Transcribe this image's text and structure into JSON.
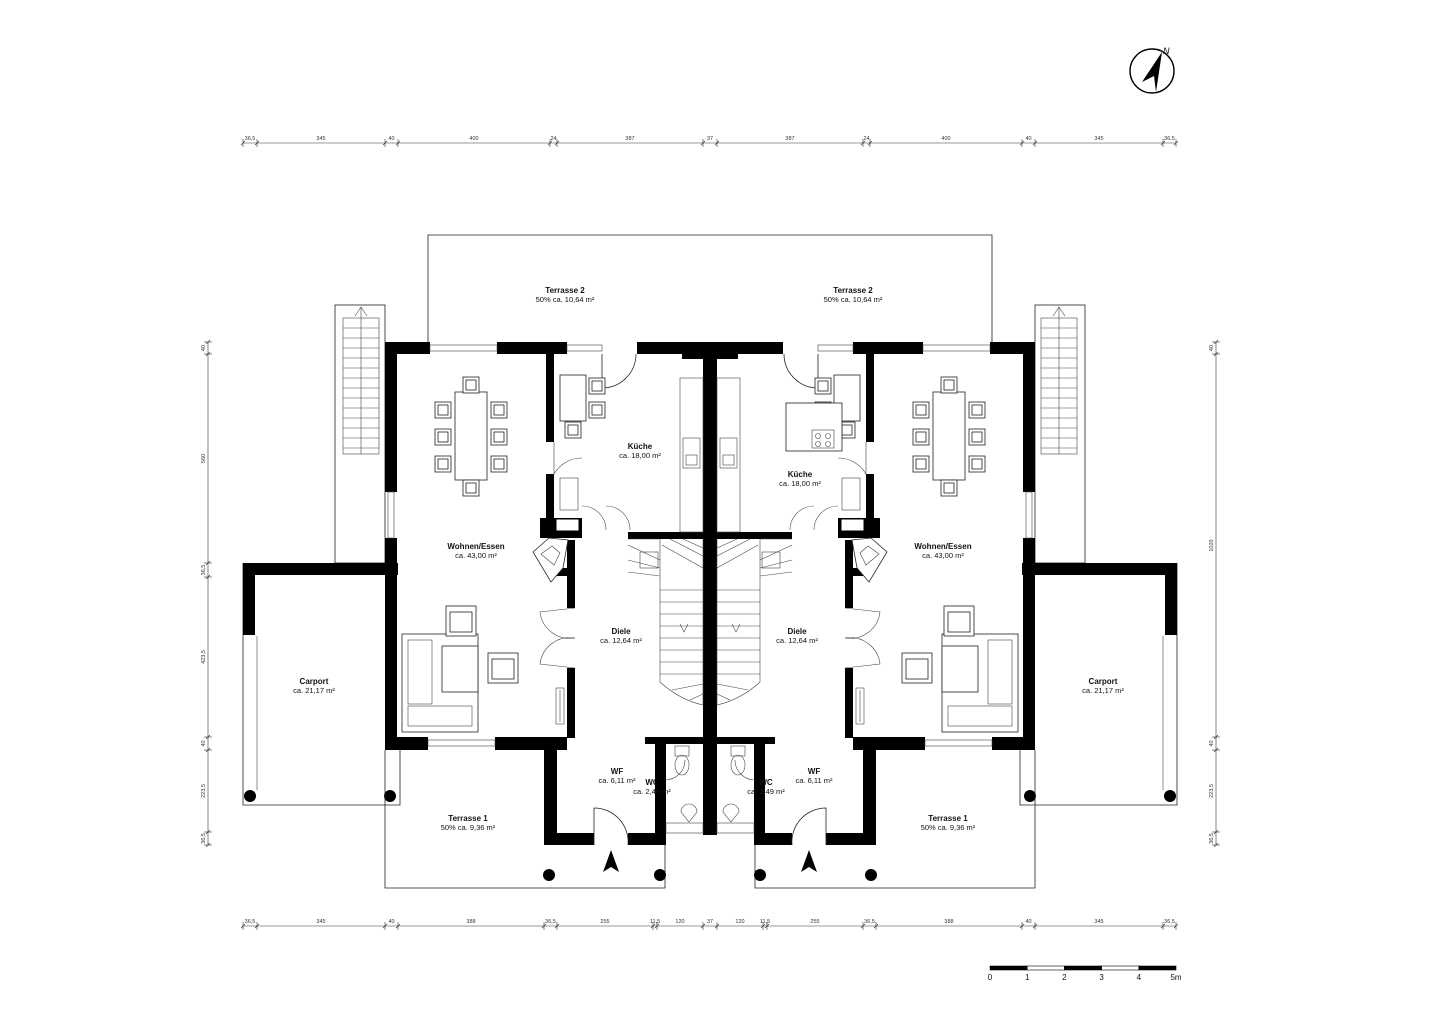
{
  "rooms_left": [
    {
      "id": "terrasse2-l",
      "name": "Terrasse 2",
      "area": "50% ca. 10,64 m²"
    },
    {
      "id": "kueche-l",
      "name": "Küche",
      "area": "ca. 18,00 m²"
    },
    {
      "id": "wohnen-l",
      "name": "Wohnen/Essen",
      "area": "ca. 43,00 m²"
    },
    {
      "id": "diele-l",
      "name": "Diele",
      "area": "ca. 12,64 m²"
    },
    {
      "id": "carport-l",
      "name": "Carport",
      "area": "ca. 21,17 m²"
    },
    {
      "id": "wf-l",
      "name": "WF",
      "area": "ca. 6,11 m²"
    },
    {
      "id": "wc-l",
      "name": "WC",
      "area": "ca. 2,49 m²"
    },
    {
      "id": "terrasse1-l",
      "name": "Terrasse 1",
      "area": "50% ca. 9,36 m²"
    }
  ],
  "rooms_right": [
    {
      "id": "terrasse2-r",
      "name": "Terrasse 2",
      "area": "50% ca. 10,64 m²"
    },
    {
      "id": "kueche-r",
      "name": "Küche",
      "area": "ca. 18,00 m²"
    },
    {
      "id": "wohnen-r",
      "name": "Wohnen/Essen",
      "area": "ca. 43,00 m²"
    },
    {
      "id": "diele-r",
      "name": "Diele",
      "area": "ca. 12,64 m²"
    },
    {
      "id": "carport-r",
      "name": "Carport",
      "area": "ca. 21,17 m²"
    },
    {
      "id": "wf-r",
      "name": "WF",
      "area": "ca. 6,11 m²"
    },
    {
      "id": "wc-r",
      "name": "WC",
      "area": "ca. 2,49 m²"
    },
    {
      "id": "terrasse1-r",
      "name": "Terrasse 1",
      "area": "50% ca. 9,36 m²"
    }
  ],
  "dimensions_top": [
    "36,5",
    "345",
    "40",
    "400",
    "24",
    "387",
    "37",
    "387",
    "24",
    "400",
    "40",
    "345",
    "36,5"
  ],
  "dimensions_bottom": [
    "36,5",
    "345",
    "40",
    "388",
    "36,5",
    "255",
    "11,5",
    "120",
    "37",
    "120",
    "11,5",
    "255",
    "36,5",
    "388",
    "40",
    "345",
    "36,5"
  ],
  "dimensions_left": [
    "40",
    "560",
    "36,5",
    "423,5",
    "40",
    "223,5",
    "36,5"
  ],
  "dimensions_right": [
    "40",
    "1020",
    "40",
    "223,5",
    "36,5"
  ],
  "scale_bar": {
    "labels": [
      "0",
      "1",
      "2",
      "3",
      "4",
      "5m"
    ]
  },
  "north_arrow": {
    "letter": "N",
    "icon": "north-arrow-icon"
  }
}
